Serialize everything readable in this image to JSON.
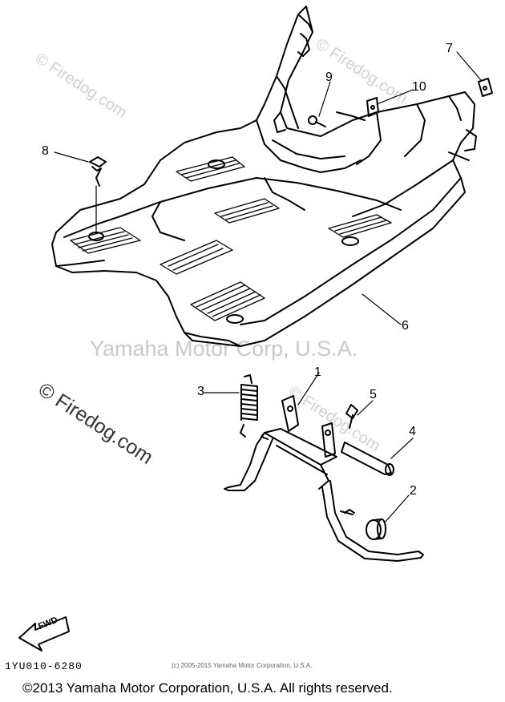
{
  "watermarks": {
    "top_left": "© Firedog.com",
    "top_right": "© Firedog.com",
    "center": "Yamaha Motor Corp, U.S.A.",
    "mid_left": "© Firedog.com",
    "mid_right": "© Firedog.com"
  },
  "callouts": {
    "p1": "1",
    "p2": "2",
    "p3": "3",
    "p4": "4",
    "p5": "5",
    "p6": "6",
    "p7": "7",
    "p8": "8",
    "p9": "9",
    "p10": "10"
  },
  "direction_arrow": {
    "label": "FWD"
  },
  "diagram_code": "1YU010-6280",
  "small_copyright": "(c) 2005-2015 Yamaha Motor Corporation, U.S.A.",
  "footer_copyright": "©2013 Yamaha Motor Corporation, U.S.A. All rights reserved."
}
